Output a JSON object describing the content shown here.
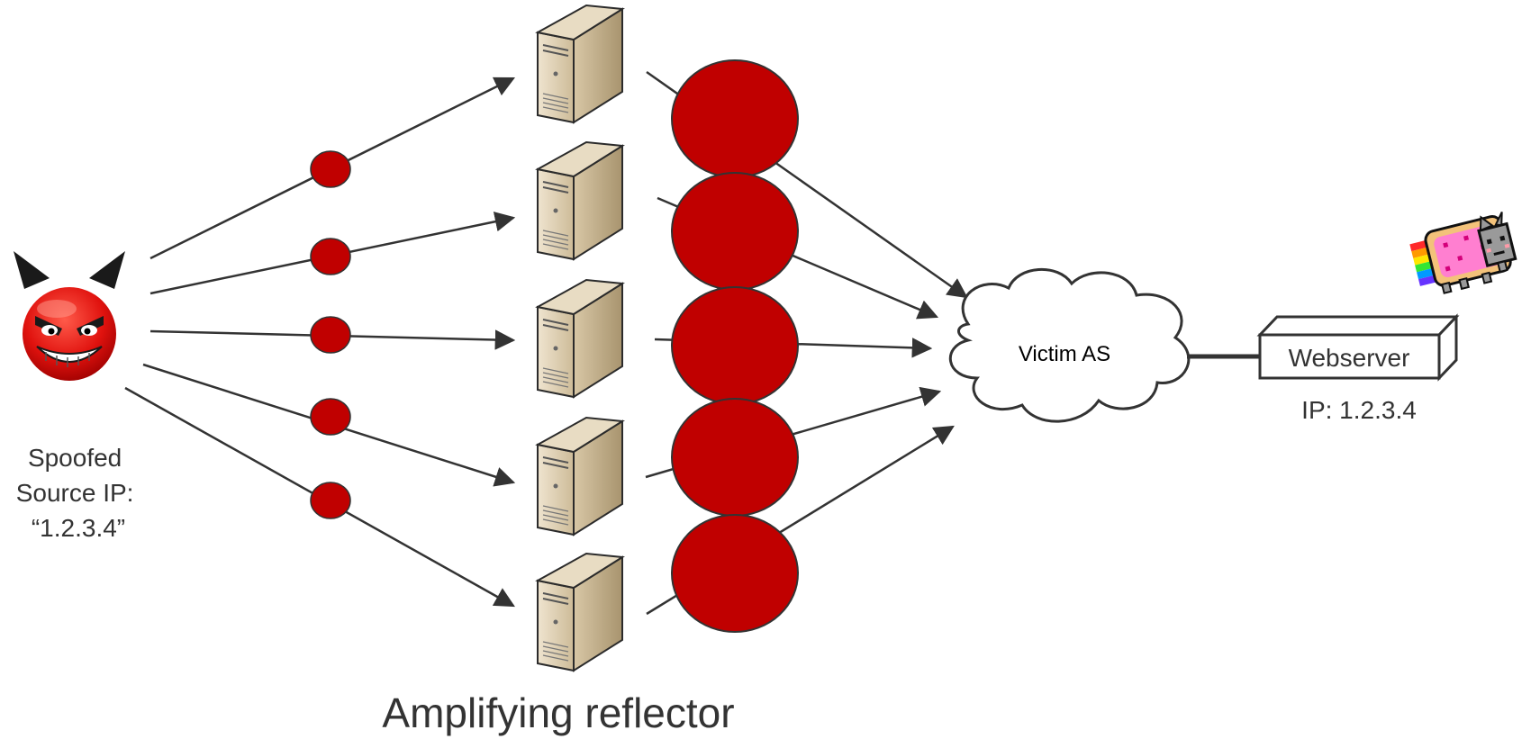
{
  "attacker": {
    "label_lines": [
      "Spoofed",
      "Source IP:",
      "“1.2.3.4”"
    ],
    "icon": "devil-icon"
  },
  "reflectors": {
    "caption": "Amplifying reflector",
    "count": 5,
    "icon": "server-icon"
  },
  "victim": {
    "cloud_label": "Victim AS",
    "webserver_label": "Webserver",
    "ip_label": "IP: 1.2.3.4",
    "mascot_icon": "nyan-cat-icon"
  },
  "colors": {
    "packet": "#c00000",
    "arrow": "#333333",
    "text": "#333333"
  }
}
